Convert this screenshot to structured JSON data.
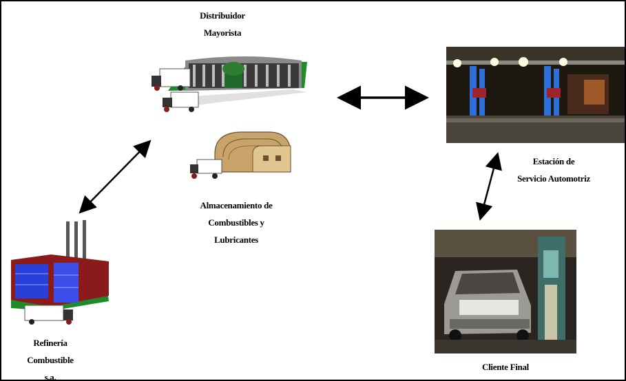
{
  "nodes": {
    "distributor": {
      "lines": [
        "Distribuidor",
        "Mayorista"
      ]
    },
    "storage": {
      "lines": [
        "Almacenamiento de",
        "Combustibles y",
        "Lubricantes"
      ]
    },
    "station": {
      "lines": [
        "Estación de",
        "Servicio Automotriz"
      ]
    },
    "client": {
      "lines": [
        "Cliente Final"
      ]
    },
    "refinery": {
      "lines": [
        "Refinería",
        "Combustible",
        "s.a."
      ]
    }
  },
  "colors": {
    "refinery_glass": "#2a3fd8",
    "refinery_trim": "#8b1a1a",
    "grass": "#1e8c2a",
    "warehouse": "#d7b98a",
    "night": "#1c1810",
    "pump_blue": "#2f6fd8"
  }
}
